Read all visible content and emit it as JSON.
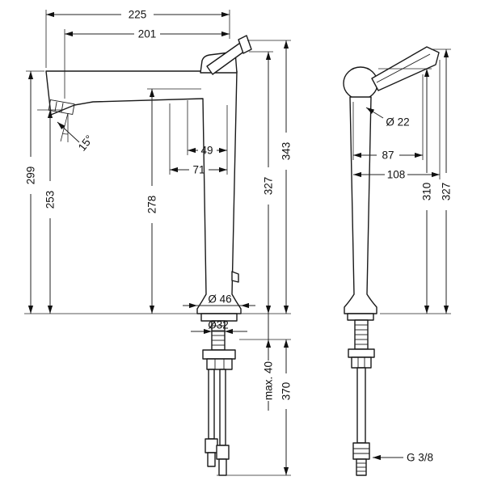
{
  "page": {
    "background": "#ffffff",
    "line_color": "#1a1a1a",
    "description": "Faucet installation dimension drawing, front and side views"
  },
  "drawing": {
    "front": {
      "dim_225": "225",
      "dim_201": "201",
      "dim_299": "299",
      "dim_253": "253",
      "dim_angle": "15°",
      "dim_49": "49",
      "dim_71": "71",
      "dim_278": "278",
      "dim_343": "343",
      "dim_327": "327",
      "dim_dia46": "Ø 46",
      "dim_dia32": "Ø32",
      "dim_max40": "max. 40",
      "dim_370": "370"
    },
    "side": {
      "dim_dia22": "Ø 22",
      "dim_87": "87",
      "dim_108": "108",
      "dim_310": "310",
      "dim_327": "327",
      "dim_thread": "G 3/8"
    }
  }
}
